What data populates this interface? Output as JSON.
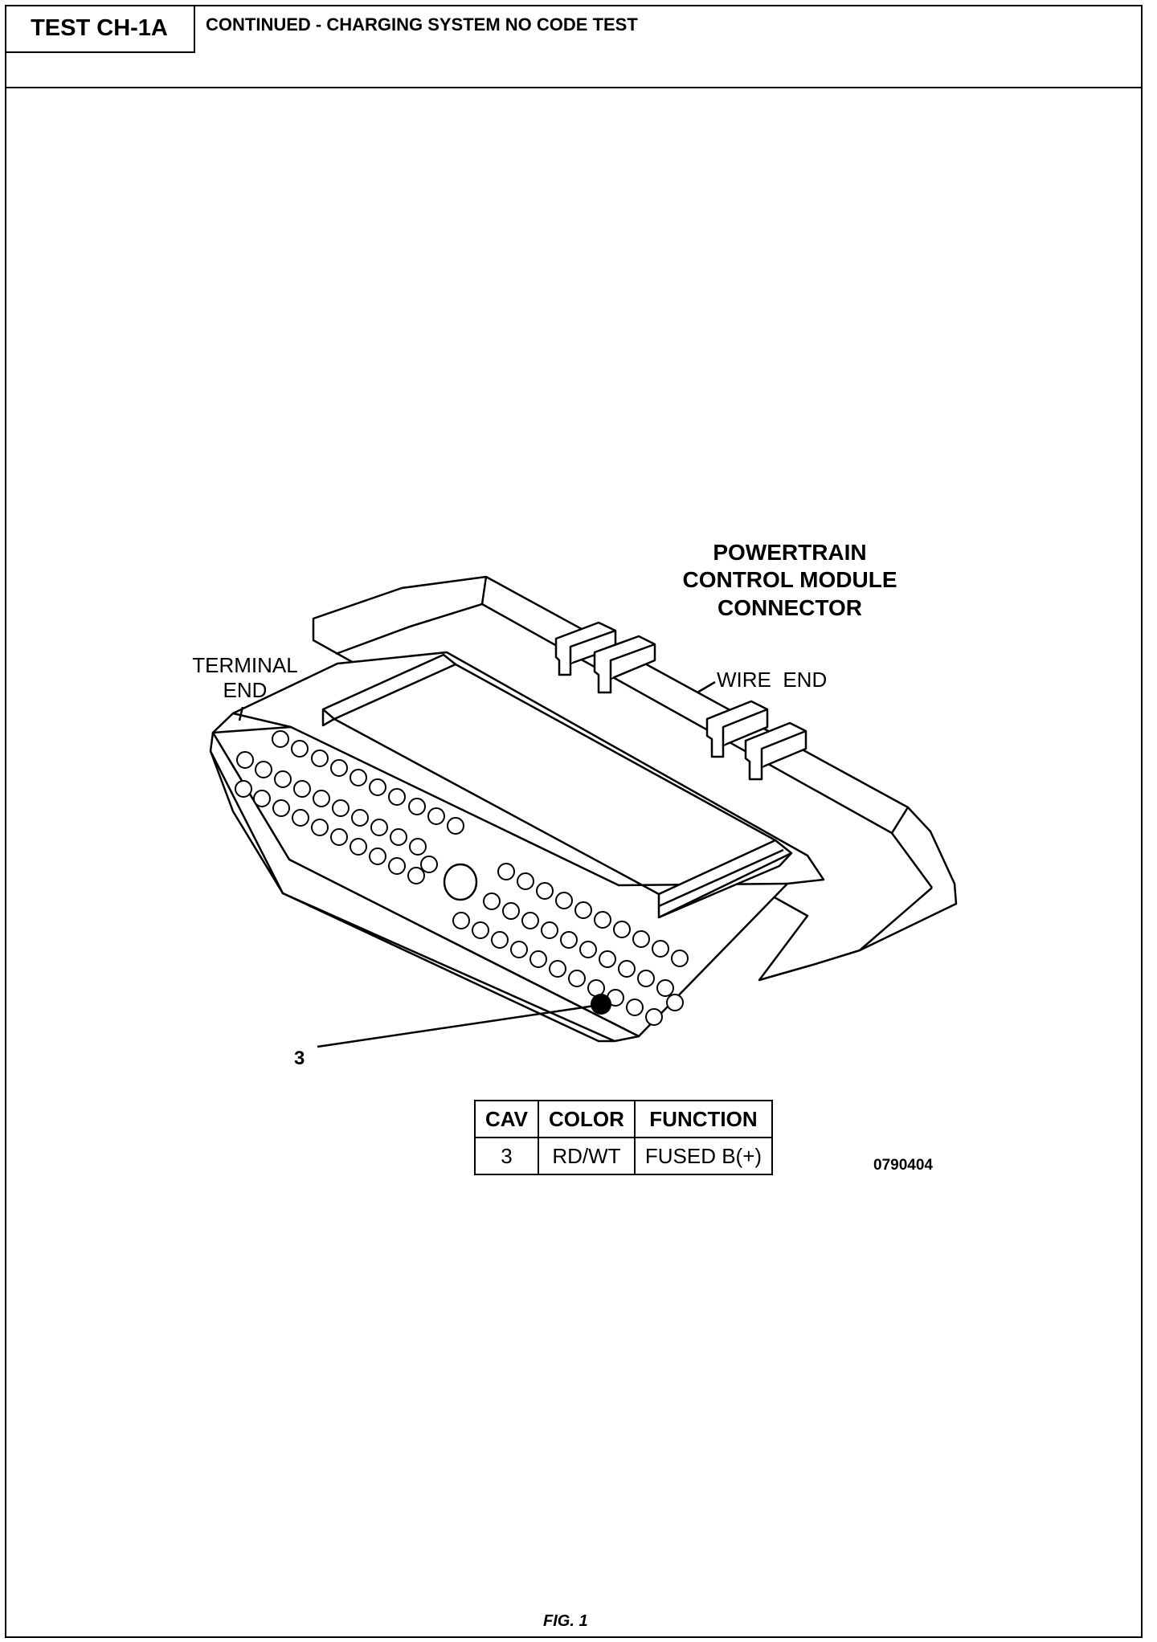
{
  "header": {
    "test_id": "TEST CH-1A",
    "title": "CONTINUED - CHARGING SYSTEM NO CODE TEST"
  },
  "diagram": {
    "title_lines": [
      "POWERTRAIN",
      "CONTROL MODULE",
      "CONNECTOR"
    ],
    "terminal_end_lines": [
      "TERMINAL",
      "END"
    ],
    "wire_end": "WIRE  END",
    "callout": "3"
  },
  "table": {
    "headers": [
      "CAV",
      "COLOR",
      "FUNCTION"
    ],
    "rows": [
      [
        "3",
        "RD/WT",
        "FUSED B(+)"
      ]
    ]
  },
  "figure_code": "0790404",
  "figure_label": "FIG. 1"
}
